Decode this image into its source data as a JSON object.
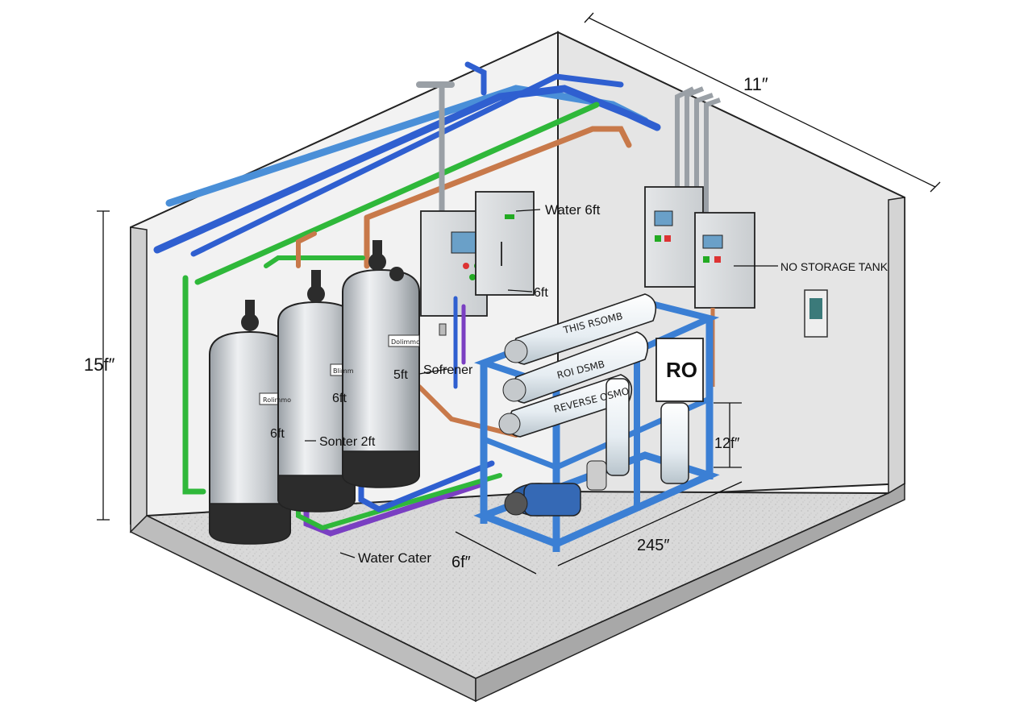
{
  "dimensions": {
    "wall_height": "15f″",
    "room_width": "11″",
    "floor_front": "6f″",
    "floor_side": "245″",
    "ro_depth": "12f″"
  },
  "callouts": {
    "water_6ft": "Water 6ft",
    "six_ft": "6ft",
    "no_storage_tank": "NO STORAGE TANK",
    "softener": "Sofrener",
    "softener_2ft": "Sonter 2ft",
    "water_cater": "Water Cater"
  },
  "tanks": [
    {
      "tag": "Rolimmo",
      "height": "6ft"
    },
    {
      "tag": "Blimm",
      "height": "6ft"
    },
    {
      "tag": "Dolimmo",
      "height": "5ft"
    }
  ],
  "ro_unit": {
    "sign": "RO",
    "membrane_1": "THIS RSOMB",
    "membrane_2": "ROI DSMB",
    "membrane_3": "REVERSE OSMO"
  },
  "colors": {
    "cold_pipe": "#2f5fd0",
    "light_pipe": "#4a8fd8",
    "green_pipe": "#2fb83a",
    "copper_pipe": "#c8794a",
    "purple_pipe": "#7a3fc2",
    "frame": "#3b7fd4"
  }
}
